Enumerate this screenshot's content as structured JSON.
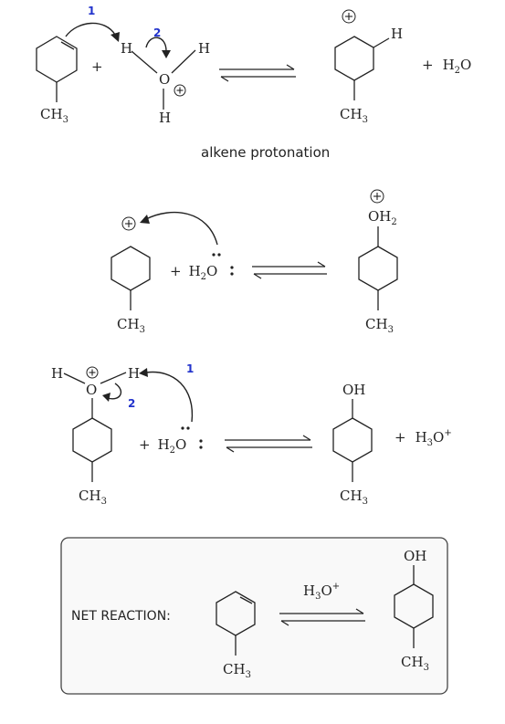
{
  "labels": {
    "ch3": "CH",
    "ch3_sub": "3",
    "h": "H",
    "o": "O",
    "oh": "OH",
    "oh2": "OH",
    "oh2_sub": "2",
    "h2o": "H",
    "h2o_sub": "2",
    "h2o_o": "O",
    "h3o": "H",
    "h3o_sub": "3",
    "h3o_o": "O",
    "h3o_sup": "+",
    "plus": "+",
    "charge": "+"
  },
  "arrow_numbers": {
    "one": "1",
    "two": "2"
  },
  "caption_step1": "alkene protonation",
  "net_label": "NET REACTION:"
}
